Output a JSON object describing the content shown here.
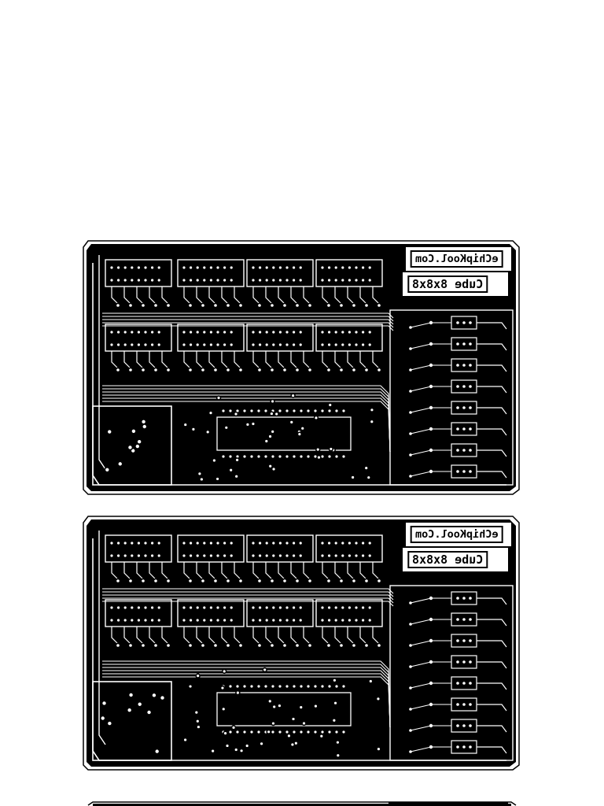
{
  "page": {
    "background": "#ffffff"
  },
  "boards": [
    {
      "site_label": "eChipKool.Com",
      "model_label": "Cube 8x8x8"
    },
    {
      "site_label": "eChipKool.Com",
      "model_label": "Cube 8x8x8"
    },
    {
      "site_label": "",
      "model_label": ""
    }
  ],
  "colors": {
    "copper": "#000000",
    "substrate": "#ffffff"
  }
}
